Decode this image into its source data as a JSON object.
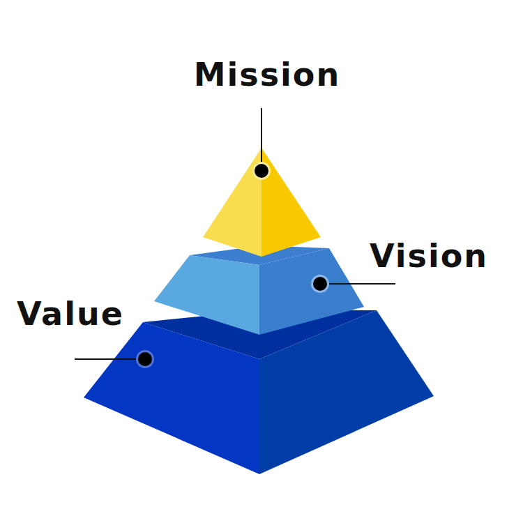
{
  "diagram": {
    "labels": [
      "Mission",
      "Vision",
      "Value"
    ]
  }
}
